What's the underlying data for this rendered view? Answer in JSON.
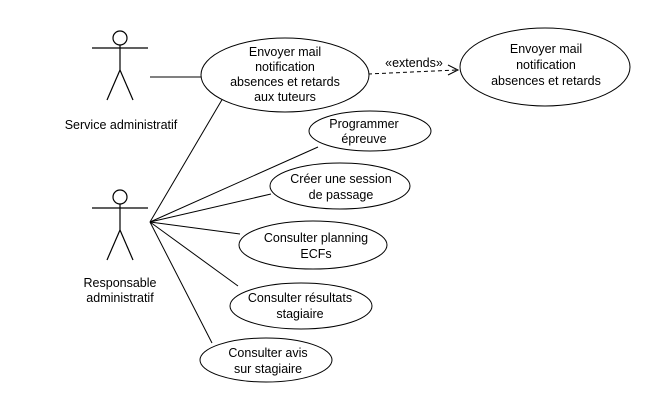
{
  "actors": [
    {
      "id": "service",
      "lines": [
        "Service administratif"
      ]
    },
    {
      "id": "responsable",
      "lines": [
        "Responsable",
        "administratif"
      ]
    }
  ],
  "use_cases": [
    {
      "id": "envoyer_tuteurs",
      "lines": [
        "Envoyer mail",
        "notification",
        "absences et retards",
        "aux tuteurs"
      ]
    },
    {
      "id": "envoyer",
      "lines": [
        "Envoyer mail",
        "notification",
        "absences et retards"
      ]
    },
    {
      "id": "programmer",
      "lines": [
        "Programmer",
        "épreuve"
      ]
    },
    {
      "id": "creer_session",
      "lines": [
        "Créer une session",
        "de passage"
      ]
    },
    {
      "id": "planning",
      "lines": [
        "Consulter planning",
        "ECFs"
      ]
    },
    {
      "id": "resultats",
      "lines": [
        "Consulter résultats",
        "stagiaire"
      ]
    },
    {
      "id": "avis",
      "lines": [
        "Consulter avis",
        "sur stagiaire"
      ]
    }
  ],
  "relations": [
    {
      "type": "extends",
      "label": "«extends»",
      "from": "envoyer_tuteurs",
      "to": "envoyer"
    }
  ]
}
